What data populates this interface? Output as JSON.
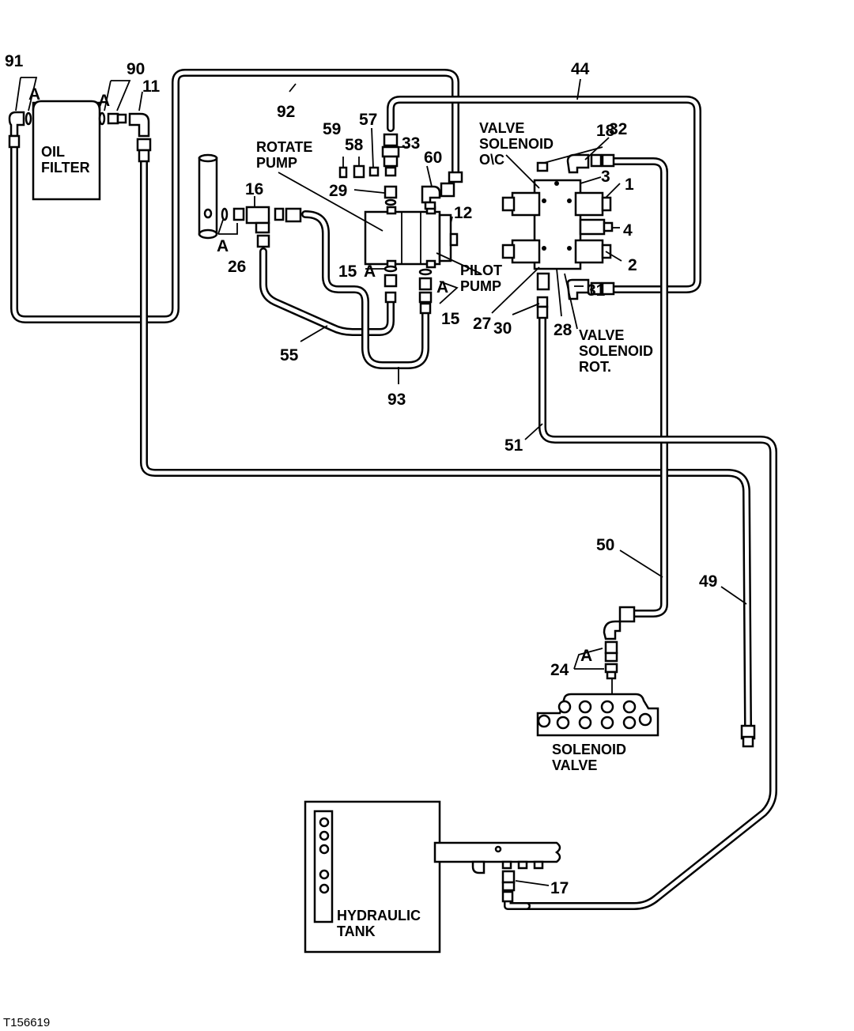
{
  "figure_id": "T156619",
  "components": {
    "oil_filter": [
      "OIL",
      "FILTER"
    ],
    "rotate_pump": [
      "ROTATE",
      "PUMP"
    ],
    "pilot_pump": [
      "PILOT",
      "PUMP"
    ],
    "valve_solenoid_oc": [
      "VALVE",
      "SOLENOID",
      "O\\C"
    ],
    "valve_solenoid_rot": [
      "VALVE",
      "SOLENOID",
      "ROT."
    ],
    "solenoid_valve": [
      "SOLENOID",
      "VALVE"
    ],
    "hydraulic_tank": [
      "HYDRAULIC",
      "TANK"
    ]
  },
  "callouts": {
    "c1": "1",
    "c2": "2",
    "c3": "3",
    "c4": "4",
    "c11": "11",
    "c12": "12",
    "c15a": "15",
    "c15b": "15",
    "c16": "16",
    "c17": "17",
    "c18": "18",
    "c24": "24",
    "c26": "26",
    "c27": "27",
    "c28": "28",
    "c29": "29",
    "c30": "30",
    "c31": "31",
    "c32": "32",
    "c33": "33",
    "c44": "44",
    "c49": "49",
    "c50": "50",
    "c51": "51",
    "c55": "55",
    "c57": "57",
    "c58": "58",
    "c59": "59",
    "c60": "60",
    "c90": "90",
    "c91": "91",
    "c92": "92",
    "c93": "93"
  },
  "detail_marks": {
    "a91": "A",
    "a90": "A",
    "a26": "A",
    "a15l": "A",
    "a15r": "A",
    "a24": "A"
  }
}
